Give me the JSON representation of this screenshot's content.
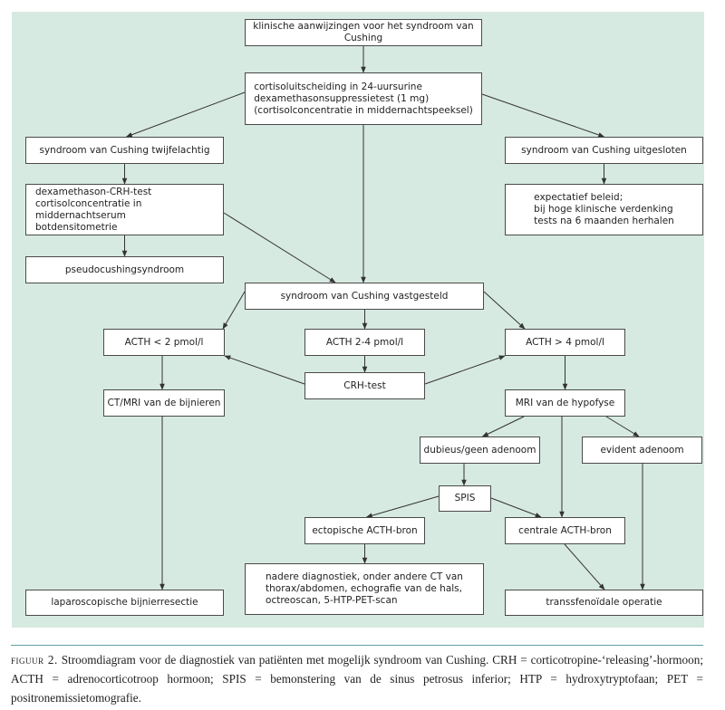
{
  "colors": {
    "panel_background": "#d7eae1",
    "box_fill": "#ffffff",
    "box_border": "#4a4a4a",
    "arrow": "#333333",
    "caption_rule": "#5f9ea0"
  },
  "nodes": {
    "clinical_signs": {
      "text": "klinische aanwijzingen voor het syndroom van Cushing"
    },
    "screening_tests": {
      "text": "cortisoluitscheiding in 24-uursurine\ndexamethasonsuppressietest (1 mg)\n(cortisolconcentratie in middernachtspeeksel)"
    },
    "doubtful": {
      "text": "syndroom van Cushing twijfelachtig"
    },
    "excluded": {
      "text": "syndroom van Cushing uitgesloten"
    },
    "further_tests": {
      "text": "dexamethason-CRH-test\ncortisolconcentratie in middernachtserum\nbotdensitometrie"
    },
    "expectative": {
      "text": "expectatief beleid;\nbij hoge klinische verdenking\ntests na 6 maanden herhalen"
    },
    "pseudocushing": {
      "text": "pseudocushingsyndroom"
    },
    "confirmed": {
      "text": "syndroom van Cushing vastgesteld"
    },
    "acth_low": {
      "text": "ACTH < 2 pmol/l"
    },
    "acth_mid": {
      "text": "ACTH 2-4 pmol/l"
    },
    "acth_high": {
      "text": "ACTH > 4 pmol/l"
    },
    "crh_test": {
      "text": "CRH-test"
    },
    "ct_mri_adrenal": {
      "text": "CT/MRI van de bijnieren"
    },
    "mri_pituitary": {
      "text": "MRI van de hypofyse"
    },
    "doubtful_adenoma": {
      "text": "dubieus/geen adenoom"
    },
    "evident_adenoma": {
      "text": "evident adenoom"
    },
    "spis": {
      "text": "SPIS"
    },
    "ectopic_source": {
      "text": "ectopische ACTH-bron"
    },
    "central_source": {
      "text": "centrale ACTH-bron"
    },
    "further_diagnostics": {
      "text": "nadere diagnostiek, onder andere CT van\nthorax/abdomen, echografie van de hals,\noctreoscan, 5-HTP-PET-scan"
    },
    "adrenalectomy": {
      "text": "laparoscopische bijnierresectie"
    },
    "transsphenoidal": {
      "text": "transsfenoïdale operatie"
    }
  },
  "edges": [
    [
      "clinical_signs",
      "screening_tests"
    ],
    [
      "screening_tests",
      "doubtful"
    ],
    [
      "screening_tests",
      "excluded"
    ],
    [
      "screening_tests",
      "confirmed"
    ],
    [
      "doubtful",
      "further_tests"
    ],
    [
      "excluded",
      "expectative"
    ],
    [
      "further_tests",
      "pseudocushing"
    ],
    [
      "further_tests",
      "confirmed"
    ],
    [
      "confirmed",
      "acth_low"
    ],
    [
      "confirmed",
      "acth_mid"
    ],
    [
      "confirmed",
      "acth_high"
    ],
    [
      "acth_mid",
      "crh_test"
    ],
    [
      "crh_test",
      "acth_low"
    ],
    [
      "crh_test",
      "acth_high"
    ],
    [
      "acth_low",
      "ct_mri_adrenal"
    ],
    [
      "ct_mri_adrenal",
      "adrenalectomy"
    ],
    [
      "acth_high",
      "mri_pituitary"
    ],
    [
      "mri_pituitary",
      "doubtful_adenoma"
    ],
    [
      "mri_pituitary",
      "evident_adenoma"
    ],
    [
      "mri_pituitary",
      "central_source"
    ],
    [
      "doubtful_adenoma",
      "spis"
    ],
    [
      "spis",
      "ectopic_source"
    ],
    [
      "spis",
      "central_source"
    ],
    [
      "ectopic_source",
      "further_diagnostics"
    ],
    [
      "central_source",
      "transsphenoidal"
    ],
    [
      "evident_adenoma",
      "transsphenoidal"
    ]
  ],
  "caption": {
    "label": "figuur 2.",
    "text": " Stroomdiagram voor de diagnostiek van patiënten met mogelijk syndroom van Cushing. CRH = corticotropine-‘releasing’-hormoon; ACTH = adrenocorticotroop hormoon; SPIS = bemonstering van de sinus petrosus inferior; HTP = hydroxytryptofaan; PET = positronemissietomografie."
  }
}
